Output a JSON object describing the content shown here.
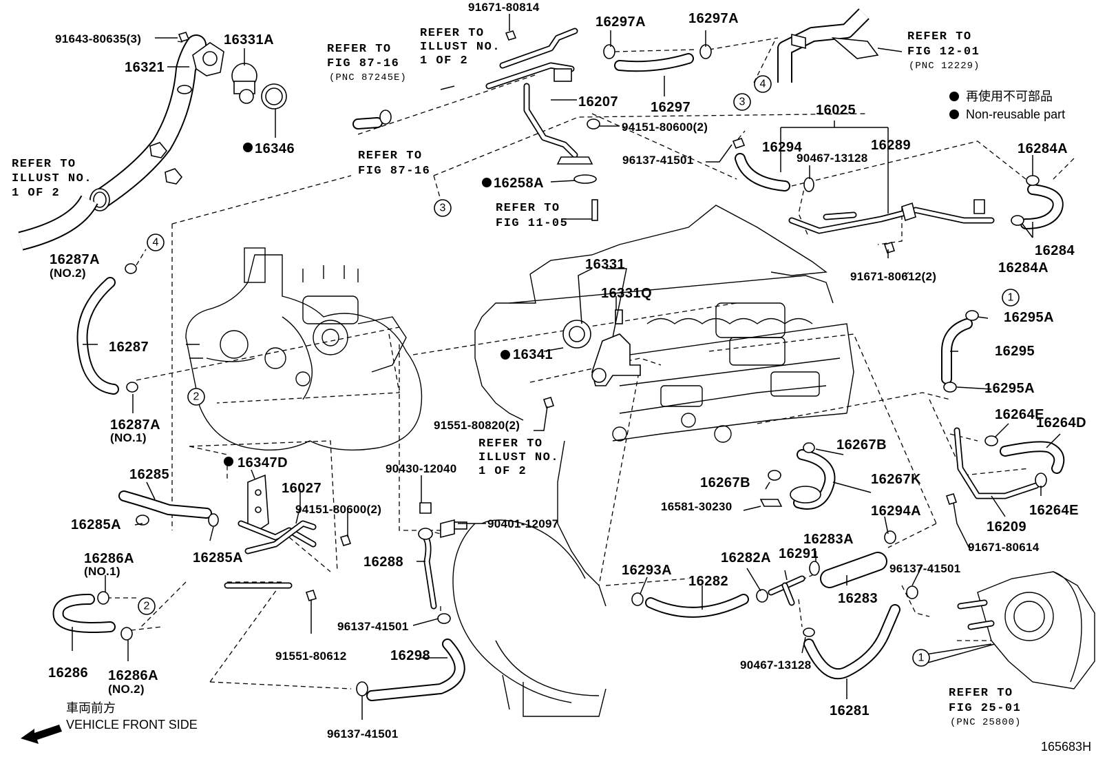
{
  "diagram_id": "165683H",
  "legend": {
    "jp": "再使用不可部品",
    "en": "Non-reusable part"
  },
  "front": {
    "jp": "車両前方",
    "en": "VEHICLE FRONT SIDE"
  },
  "refs": {
    "r_fig8716_top": [
      "REFER TO",
      "FIG 87-16",
      "(PNC 87245E)"
    ],
    "r_illust_top": [
      "REFER TO",
      "ILLUST NO.",
      "1 OF 2"
    ],
    "r_fig8716_mid": [
      "REFER TO",
      "FIG 87-16"
    ],
    "r_fig1105": [
      "REFER TO",
      "FIG 11-05"
    ],
    "r_fig1201": [
      "REFER TO",
      "FIG 12-01",
      "(PNC 12229)"
    ],
    "r_illust_left": [
      "REFER TO",
      "ILLUST NO.",
      "1 OF 2"
    ],
    "r_illust_center": [
      "REFER TO",
      "ILLUST NO.",
      "1 OF 2"
    ],
    "r_fig2501": [
      "REFER TO",
      "FIG 25-01",
      "(PNC 25800)"
    ]
  },
  "labels": {
    "p91643": "91643-80635(3)",
    "p16331A": "16331A",
    "p16321": "16321",
    "p16346": "16346",
    "p91671_80814": "91671-80814",
    "p16297A_l": "16297A",
    "p16297A_r": "16297A",
    "p16207": "16207",
    "p16297": "16297",
    "p94151_top": "94151-80600(2)",
    "p16258A": "16258A",
    "p16025": "16025",
    "p16294": "16294",
    "p90467_top": "90467-13128",
    "p16289": "16289",
    "p96137_top": "96137-41501",
    "p16284A_t": "16284A",
    "p16284": "16284",
    "p16284A_b": "16284A",
    "p91671_80612": "91671-80612(2)",
    "p16287A_t": "16287A",
    "p16287A_t_sub": "(NO.2)",
    "p16287": "16287",
    "p16287A_b": "16287A",
    "p16287A_b_sub": "(NO.1)",
    "p16331": "16331",
    "p16331Q": "16331Q",
    "p16341": "16341",
    "p16295A_t": "16295A",
    "p16295": "16295",
    "p16295A_b": "16295A",
    "p16264E_t": "16264E",
    "p16264D": "16264D",
    "p16264E_b": "16264E",
    "p16209": "16209",
    "p91671_80614": "91671-80614",
    "p91551_80820": "91551-80820(2)",
    "p16267B_t": "16267B",
    "p16267B_b": "16267B",
    "p16267K": "16267K",
    "p16581": "16581-30230",
    "p16347D": "16347D",
    "p16285": "16285",
    "p16027": "16027",
    "p94151_mid": "94151-80600(2)",
    "p90430": "90430-12040",
    "p90401": "90401-12097",
    "p16285A_l": "16285A",
    "p16285A_r": "16285A",
    "p16288": "16288",
    "p16294A": "16294A",
    "p96137_r": "96137-41501",
    "p16293A": "16293A",
    "p16282A": "16282A",
    "p16291": "16291",
    "p16283A": "16283A",
    "p16282": "16282",
    "p16283": "16283",
    "p16286A_t": "16286A",
    "p16286A_t_sub": "(NO.1)",
    "p16286": "16286",
    "p16286A_b": "16286A",
    "p16286A_b_sub": "(NO.2)",
    "p91551_80612": "91551-80612",
    "p96137_mid": "96137-41501",
    "p16298": "16298",
    "p96137_bot": "96137-41501",
    "p90467_bot": "90467-13128",
    "p16281": "16281"
  },
  "circles": {
    "c4_top": "4",
    "c3_mid": "3",
    "c3_left": "3",
    "c4_left": "4",
    "c2_turbo": "2",
    "c1_right": "1",
    "c2_bottom": "2",
    "c1_pump": "1"
  }
}
